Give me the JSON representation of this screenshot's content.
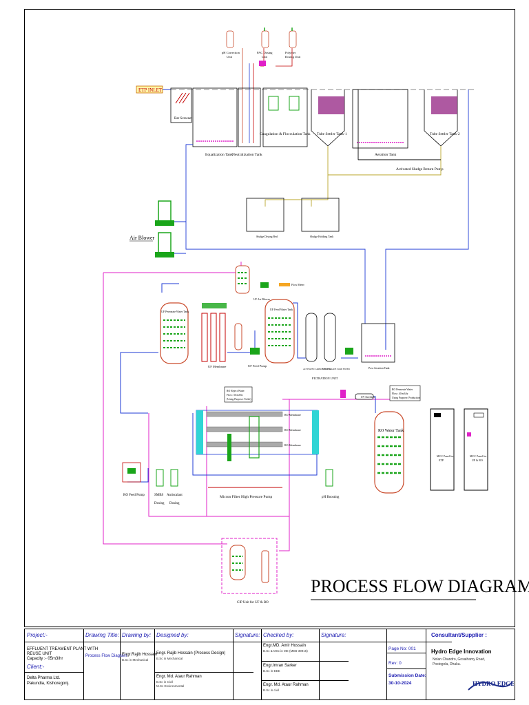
{
  "diagram": {
    "main_title": "PROCESS FLOW DIAGRAM",
    "etp_inlet": "ETP INLET",
    "labels": {
      "ph_correction": [
        "pH Correction",
        "Unit"
      ],
      "pac_dosing": [
        "PAC Dosing",
        "Unit"
      ],
      "polymer_dosing": [
        "Polymer",
        "Dosing Unit"
      ],
      "bar_screener": "Bar Screener",
      "coag_floc": "Coagulation & Flocculation Tank",
      "equalization": "Equalization Tank",
      "neutralization": "Neutralization Tank",
      "tube_settler_1": "Tube Settler Tank-1",
      "tube_settler_2": "Tube Settler Tank-2",
      "aeration": "Aeration Tank",
      "sludge_return": "Activated Sludge Return Pump",
      "sludge_drying": "Sludge Drying Bed",
      "sludge_holding": "Sludge Holding Tank",
      "air_blower": "Air Blower",
      "uf_permeate": "UF Permeate Water Tank",
      "uf_membrane": "UF Membrane",
      "uf_feed_pump": "UF Feed Pump",
      "uf_feed_tank": "UF Feed Water Tank",
      "uf_air_blower": "UF Air Blower",
      "post_aeration": "Post Aeration Tank",
      "filtration_unit": "FILTRATION UNIT",
      "activated_carbon": "ACTIVATED CARBON FILTER",
      "multi_grade": "MULTI GRADE SAND FILTER",
      "flow_meter": "Flow Meter",
      "ro_reject": [
        "RO Reject Water",
        "Flow: 30 m3/hr",
        "(Using Purpose: Toilet)"
      ],
      "ro_permeate_note": [
        "RO Permeate Water",
        "Flow: 40 m3/hr",
        "Using Purpose: Production"
      ],
      "uv_steriliser": "UV Steriliser",
      "ro_membrane": "RO Membrane",
      "ro_water_tank": "RO Water Tank",
      "mcc_etp": [
        "MCC Panel for",
        "ETP"
      ],
      "mcc_uf_ro": [
        "MCC Panel for",
        "UF & RO"
      ],
      "ro_feed_pump": "RO Feed Pump",
      "smbs": [
        "SMBS",
        "Dosing"
      ],
      "antiscalant": [
        "Antiscalant",
        "Dosing"
      ],
      "micron_filter": "Micron Filter",
      "hp_pump": "High Pressure Pump",
      "ph_boosting": "pH Boosting",
      "cip_unit": "CIP Unit for UF & RO"
    }
  },
  "title_block": {
    "project_label": "Project:-",
    "project_value": [
      "EFFLUENT TREAMENT PLANT WITH",
      "REUSE UNIT",
      "Capacity :- 05m3/hr"
    ],
    "client_label": "Client:-",
    "client_value": [
      "Delta Pharma Ltd.",
      "Pakundia, Kishoregonj."
    ],
    "drawing_title_label": "Drawing Title:",
    "drawing_title_value": "Process Flow Diagram",
    "drawing_by_label": "Drawing by:",
    "drawing_by_value": "Engr.Rajib Hossain",
    "drawing_by_sub": "B.Sc in Mechanical",
    "designed_by_label": "Designed by:",
    "designed_by_1": "Engr. Rajib Hossain (Process Design)",
    "designed_by_1_sub": "B.Sc in Mechanical",
    "designed_by_2": "Engr. Md. Ataur Rahman",
    "designed_by_2_sub": [
      "B.Sc in Civil",
      "M.Sc Environmental"
    ],
    "signature_label": "Signature:",
    "checked_by_label": "Checked by:",
    "checked_by_1": "Engr.MD. Amir Hossain",
    "checked_by_1_sub": "B.Sc & MSc in ME (MEB-39916)",
    "checked_by_2": "Engr.Imran Sarker",
    "checked_by_2_sub": "B.Sc in EEE",
    "checked_by_3": "Engr. Md. Ataur Rahman",
    "checked_by_3_sub": "B.Sc in civil",
    "signature2_label": "Signature:",
    "page_no": "Page No: 001",
    "rev": "Rev: 0",
    "submission_label": "Submission Date:",
    "submission_date": "30-10-2024",
    "consultant_label": "Consultant/Supplier :",
    "consultant_name": "Hydro Edge Innovation",
    "consultant_address": [
      "Nolan Chandro, Gosaihamy Road,",
      "Postogola, Dhaka."
    ],
    "logo_text": "HYDRO EDGE"
  },
  "colors": {
    "blue_pipe": "#1d39d6",
    "magenta_pipe": "#e020c8",
    "olive_pipe": "#b9a52a",
    "green_equipment": "#1aa51a",
    "tank_red": "#c94a2b",
    "title_blue": "#1a1ab0"
  }
}
